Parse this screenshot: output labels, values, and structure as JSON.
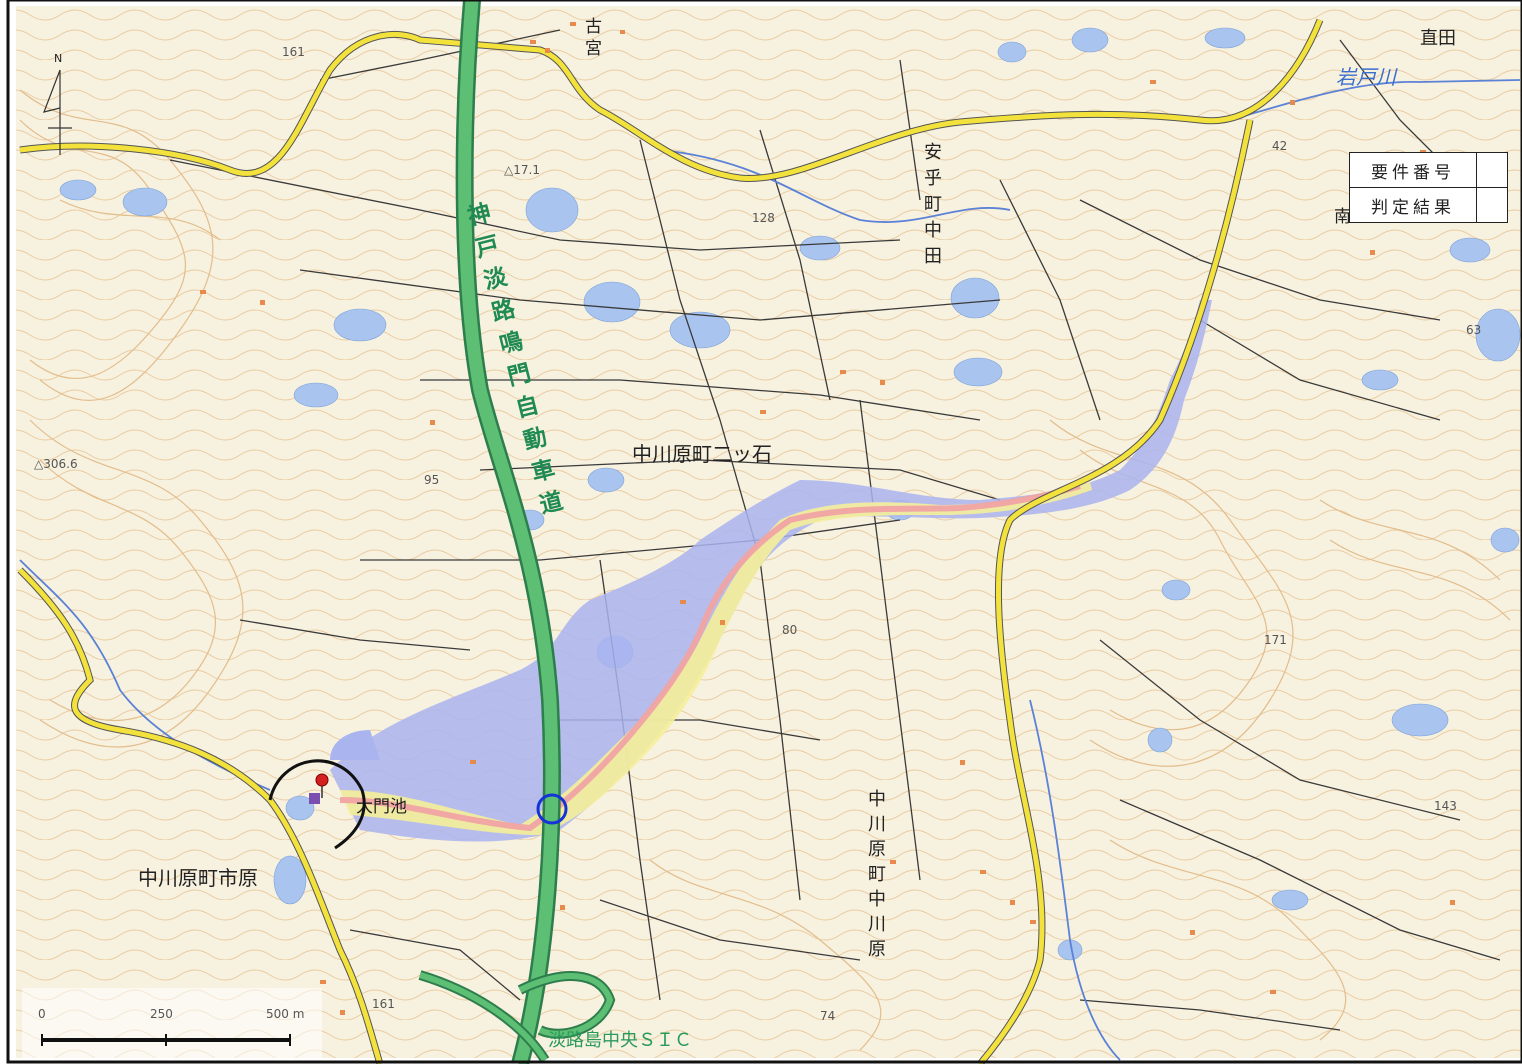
{
  "map": {
    "north_label": "N",
    "highway_name": "神戸淡路鳴門自動車道",
    "place_labels": {
      "nakagawara_futatsuishi": "中川原町二ッ石",
      "nakagawara_ichihara": "中川原町市原",
      "nakagawara_nakagawara": "中川原町中川原",
      "ateicho_nakata": "安乎町中田",
      "furumiya": "古宮",
      "naota": "直田",
      "iwato_river": "岩戸川",
      "oomon_pond": "大門池",
      "interchange": "淡路島中央ＳＩＣ",
      "minami": "南"
    },
    "elevation_labels": [
      "161",
      "△306.6",
      "95",
      "80",
      "128",
      "△17.1",
      "74",
      "171",
      "143",
      "42",
      "63",
      "161"
    ],
    "scale_bar": {
      "labels": [
        "0",
        "250",
        "500 m"
      ]
    },
    "markers": {
      "start_point": "red-pin",
      "confluence_point": "blue-circle"
    }
  },
  "info_table": {
    "rows": [
      {
        "label": "要件番号",
        "value": ""
      },
      {
        "label": "判定結果",
        "value": ""
      }
    ]
  }
}
